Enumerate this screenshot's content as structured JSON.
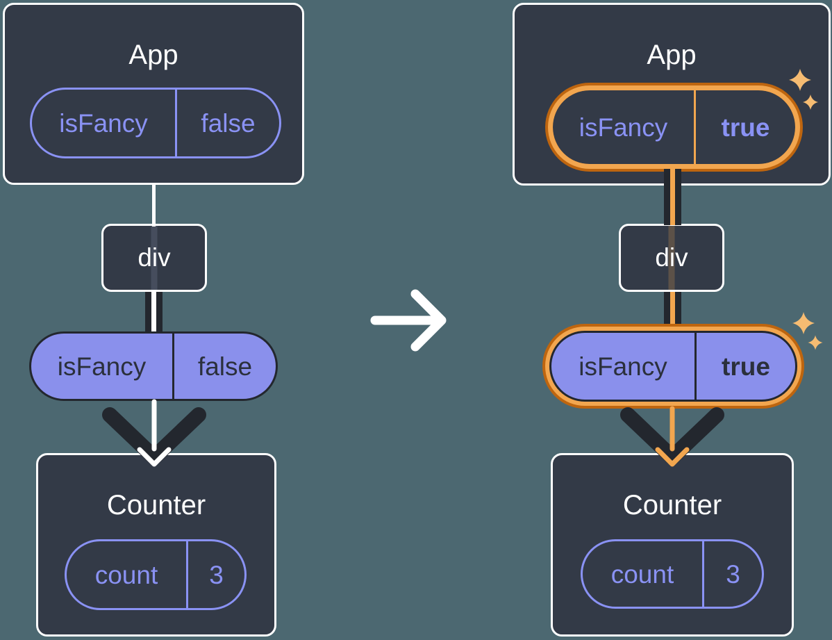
{
  "colors": {
    "background": "#4C6871",
    "card": "#333A47",
    "dark_line": "#23272E",
    "purple": "#8A92F4",
    "purple_fill": "#8A90EC",
    "dark_text": "#2B303C",
    "orange": "#F2A64F",
    "orange_dark": "#BE650F",
    "sparkle": "#F6BC72",
    "white": "#FFFFFF"
  },
  "icons": {
    "transition_arrow": "right-arrow",
    "flow_arrowhead": "down-chevron",
    "sparkles": "four-point-star"
  },
  "left": {
    "app": {
      "title": "App",
      "prop": {
        "name": "isFancy",
        "value": "false"
      }
    },
    "div": {
      "label": "div"
    },
    "passed": {
      "name": "isFancy",
      "value": "false"
    },
    "counter": {
      "title": "Counter",
      "state": {
        "name": "count",
        "value": "3"
      }
    }
  },
  "right": {
    "app": {
      "title": "App",
      "prop": {
        "name": "isFancy",
        "value": "true"
      }
    },
    "div": {
      "label": "div"
    },
    "passed": {
      "name": "isFancy",
      "value": "true"
    },
    "counter": {
      "title": "Counter",
      "state": {
        "name": "count",
        "value": "3"
      }
    }
  }
}
